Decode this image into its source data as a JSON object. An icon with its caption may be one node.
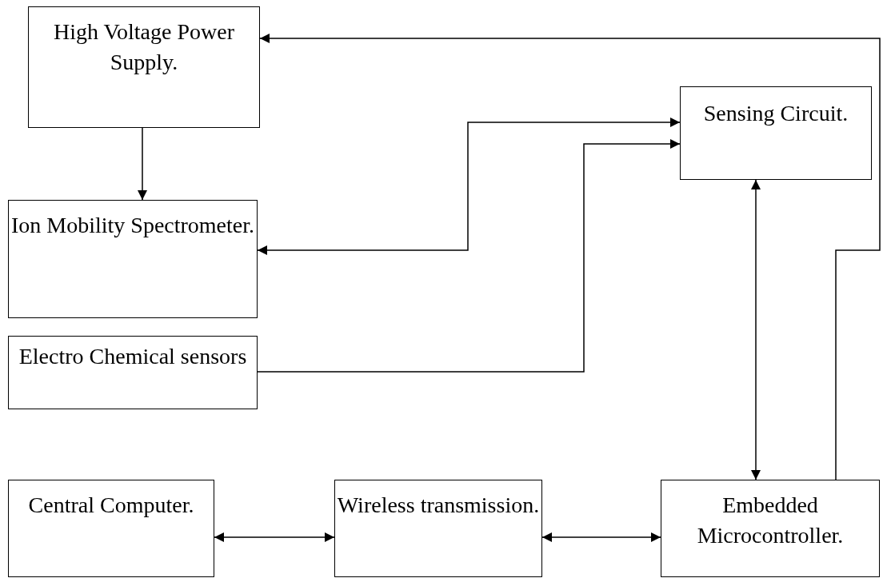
{
  "diagram": {
    "nodes": [
      {
        "text": [
          "High Voltage Power Supply."
        ]
      },
      {
        "text": [
          "Sensing Circuit."
        ]
      },
      {
        "text": [
          "Ion Mobility Spectrometer."
        ]
      },
      {
        "text": [
          "Electro Chemical sensors"
        ]
      },
      {
        "text": [
          "Central Computer."
        ]
      },
      {
        "text": [
          "Wireless transmission."
        ]
      },
      {
        "text": [
          "Embedded Microcontroller."
        ]
      }
    ],
    "edges": [
      {
        "from": 0,
        "to": 2,
        "arrow": "to"
      },
      {
        "from": 1,
        "to": 2,
        "arrow": "both"
      },
      {
        "from": 3,
        "to": 1,
        "arrow": "to"
      },
      {
        "from": 1,
        "to": 6,
        "arrow": "both"
      },
      {
        "from": 4,
        "to": 5,
        "arrow": "both"
      },
      {
        "from": 5,
        "to": 6,
        "arrow": "both"
      },
      {
        "from": 6,
        "to": 0,
        "arrow": "to"
      }
    ]
  }
}
